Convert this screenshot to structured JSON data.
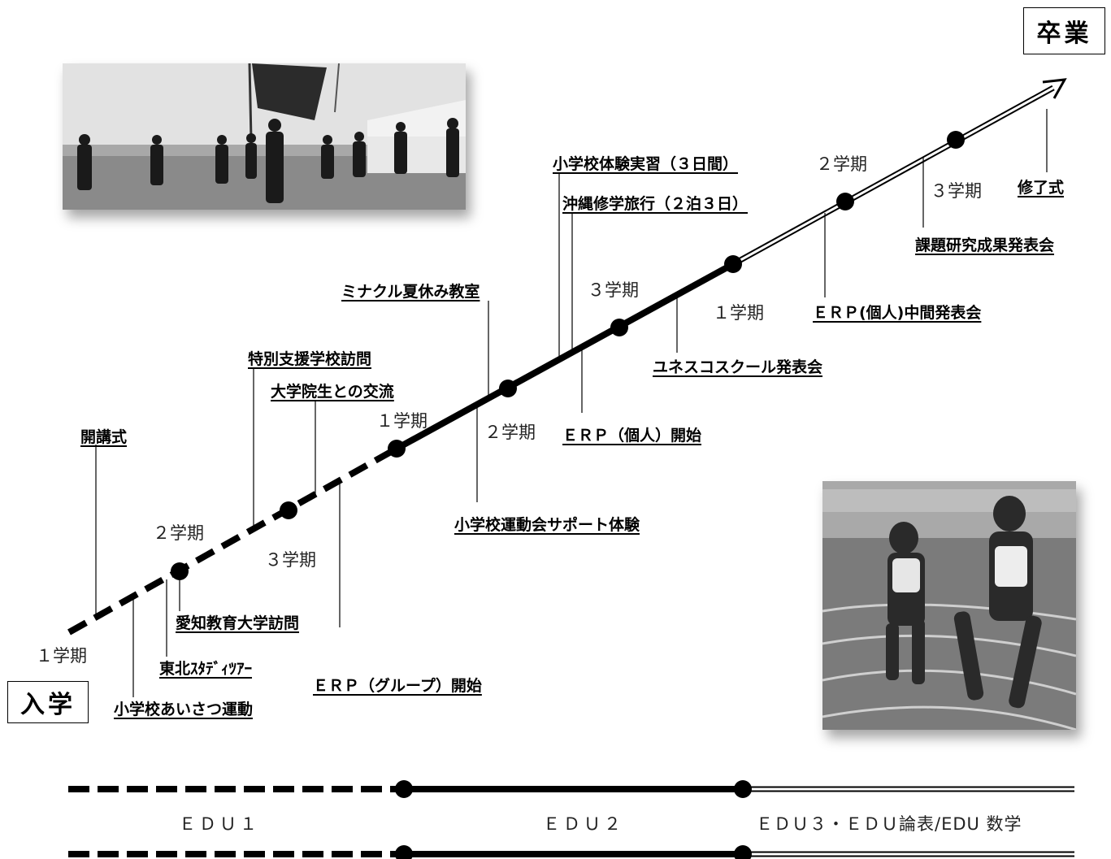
{
  "start_label": "入学",
  "end_label": "卒業",
  "terms": {
    "t1": "１学期",
    "t2": "２学期",
    "t3": "３学期",
    "t4": "１学期",
    "t5": "２学期",
    "t6": "３学期",
    "t7": "１学期",
    "t8": "２学期",
    "t9": "３学期"
  },
  "events": {
    "opening": "開講式",
    "aichi": "愛知教育大学訪問",
    "tohoku": "東北ｽﾀﾃﾞｨﾂｱｰ",
    "aisatsu": "小学校あいさつ運動",
    "tokubetsu": "特別支援学校訪問",
    "daigakuin": "大学院生との交流",
    "erp_group": "ＥＲＰ（グループ）開始",
    "minakuru": "ミナクル夏休み教室",
    "undokai": "小学校運動会サポート体験",
    "jisshu": "小学校体験実習（３日間）",
    "okinawa": "沖縄修学旅行（２泊３日）",
    "erp_individual": "ＥＲＰ（個人）開始",
    "unesco": "ユネスコスクール発表会",
    "erp_midterm": "ＥＲＰ(個人)中間発表会",
    "kadai": "課題研究成果発表会",
    "shuryo": "修了式"
  },
  "stages": {
    "edu1": "ＥＤＵ１",
    "edu2": "ＥＤＵ２",
    "edu3": "ＥＤＵ３・ＥＤＵ論表/EDU 数学"
  }
}
